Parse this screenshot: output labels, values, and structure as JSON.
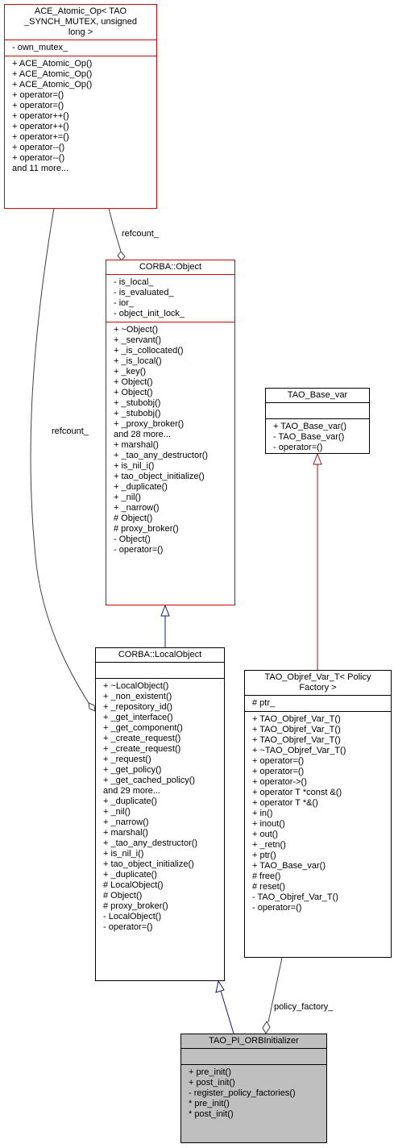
{
  "ace_atomic_op": {
    "title": "ACE_Atomic_Op< TAO\n_SYNCH_MUTEX, unsigned\n long >",
    "attributes": [
      "- own_mutex_"
    ],
    "methods": [
      "+ ACE_Atomic_Op()",
      "+ ACE_Atomic_Op()",
      "+ ACE_Atomic_Op()",
      "+ operator=()",
      "+ operator=()",
      "+ operator++()",
      "+ operator++()",
      "+ operator+=()",
      "+ operator--()",
      "+ operator--()",
      "and 11 more..."
    ]
  },
  "corba_object": {
    "title": "CORBA::Object",
    "attributes": [
      "- is_local_",
      "- is_evaluated_",
      "- ior_",
      "- object_init_lock_"
    ],
    "methods": [
      "+ ~Object()",
      "+ _servant()",
      "+ _is_collocated()",
      "+ _is_local()",
      "+ _key()",
      "+ Object()",
      "+ Object()",
      "+ _stubobj()",
      "+ _stubobj()",
      "+ _proxy_broker()",
      "and 28 more...",
      "+ marshal()",
      "+ _tao_any_destructor()",
      "+ is_nil_i()",
      "+ tao_object_initialize()",
      "+ _duplicate()",
      "+ _nil()",
      "+ _narrow()",
      "# Object()",
      "# proxy_broker()",
      "- Object()",
      "- operator=()"
    ]
  },
  "tao_base_var": {
    "title": "TAO_Base_var",
    "attributes": [],
    "methods": [
      "+ TAO_Base_var()",
      "- TAO_Base_var()",
      "- operator=()"
    ]
  },
  "corba_localobject": {
    "title": "CORBA::LocalObject",
    "attributes": [],
    "methods": [
      "+ ~LocalObject()",
      "+ _non_existent()",
      "+ _repository_id()",
      "+ _get_interface()",
      "+ _get_component()",
      "+ _create_request()",
      "+ _create_request()",
      "+ _request()",
      "+ _get_policy()",
      "+ _get_cached_policy()",
      "and 29 more...",
      "+ _duplicate()",
      "+ _nil()",
      "+ _narrow()",
      "+ marshal()",
      "+ _tao_any_destructor()",
      "+ is_nil_i()",
      "+ tao_object_initialize()",
      "+ _duplicate()",
      "# LocalObject()",
      "# Object()",
      "# proxy_broker()",
      "- LocalObject()",
      "- operator=()"
    ]
  },
  "tao_objref_var_t": {
    "title": "TAO_Objref_Var_T< Policy\nFactory >",
    "attributes": [
      "# ptr_"
    ],
    "methods": [
      "+ TAO_Objref_Var_T()",
      "+ TAO_Objref_Var_T()",
      "+ TAO_Objref_Var_T()",
      "+ ~TAO_Objref_Var_T()",
      "+ operator=()",
      "+ operator=()",
      "+ operator->()",
      "+ operator T *const &()",
      "+ operator T *&()",
      "+ in()",
      "+ inout()",
      "+ out()",
      "+ _retn()",
      "+ ptr()",
      "+ TAO_Base_var()",
      "# free()",
      "# reset()",
      "- TAO_Objref_Var_T()",
      "- operator=()"
    ]
  },
  "tao_pi_orbinitializer": {
    "title": "TAO_PI_ORBInitializer",
    "attributes": [],
    "methods": [
      "+ pre_init()",
      "+ post_init()",
      "- register_policy_factories()",
      "* pre_init()",
      "* post_init()"
    ]
  },
  "edge_labels": {
    "refcount_top": "refcount_",
    "refcount_left": "refcount_",
    "policy_factory": "policy_factory_"
  },
  "colors": {
    "red_border": "#d40000",
    "navy_edge": "#191970",
    "highlight_fill": "#bfbfbf"
  }
}
